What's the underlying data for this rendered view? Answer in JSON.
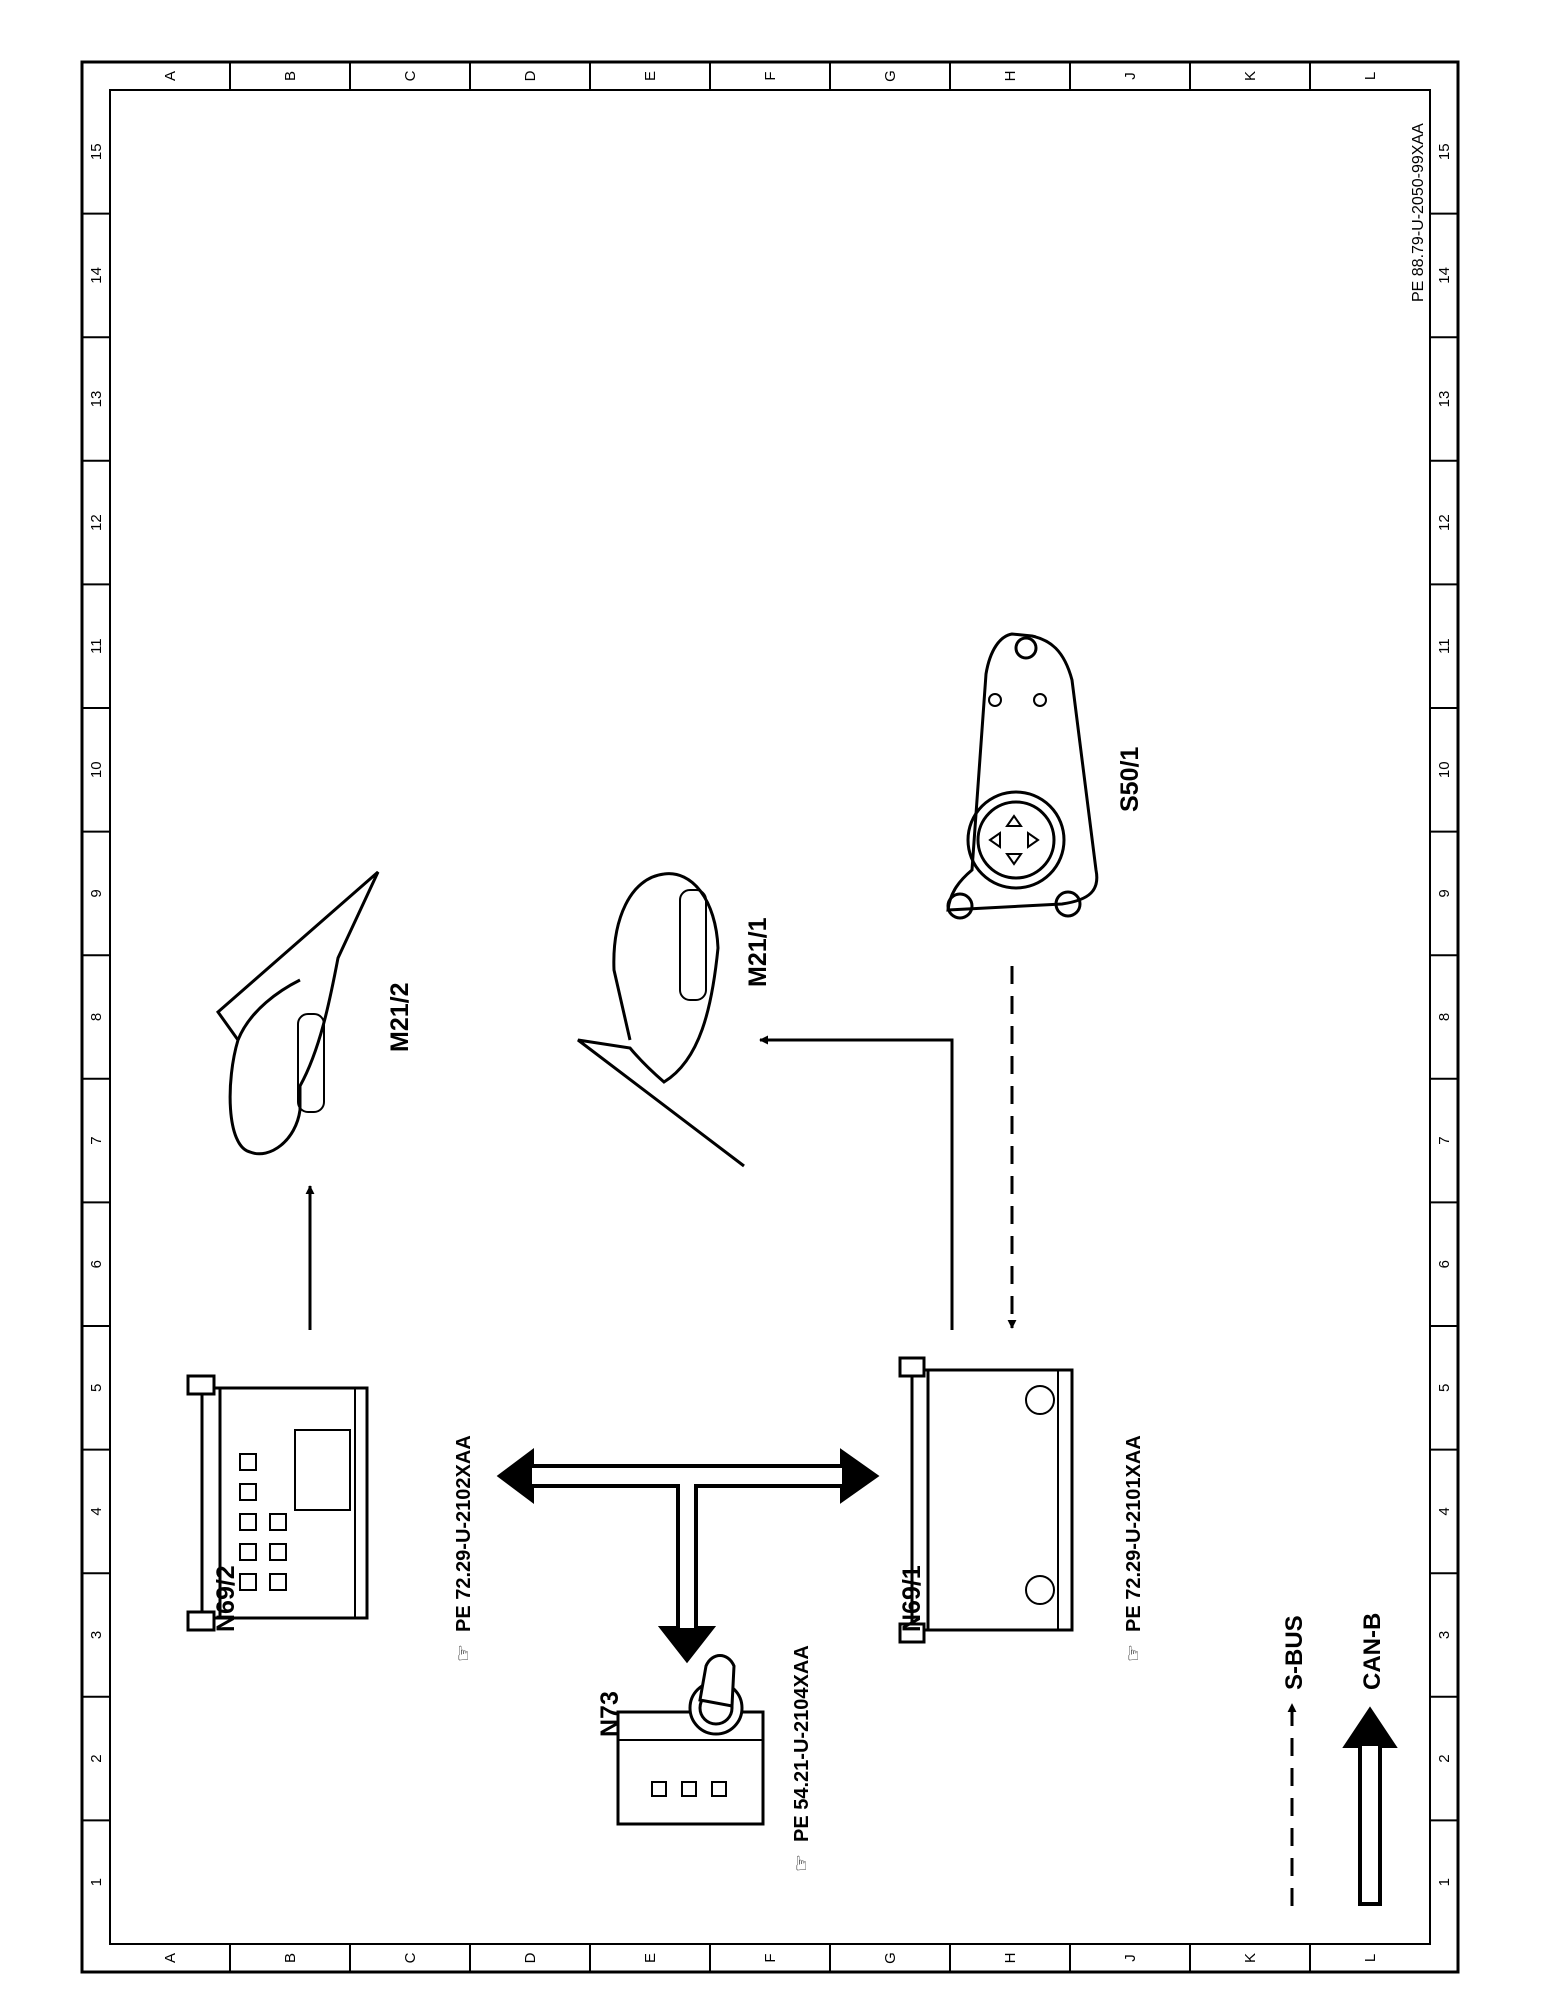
{
  "drawing_id": "PE 88.79-U-2050-99XAA",
  "grid": {
    "columns": [
      "A",
      "B",
      "C",
      "D",
      "E",
      "F",
      "G",
      "H",
      "J",
      "K",
      "L"
    ],
    "rows": [
      "1",
      "2",
      "3",
      "4",
      "5",
      "6",
      "7",
      "8",
      "9",
      "10",
      "11",
      "12",
      "13",
      "14",
      "15"
    ]
  },
  "components": {
    "n69_2": {
      "label": "N69/2",
      "ref": "PE  72.29-U-2102XAA"
    },
    "n69_1": {
      "label": "N69/1",
      "ref": "PE  72.29-U-2101XAA"
    },
    "n73": {
      "label": "N73",
      "ref": "PE  54.21-U-2104XAA"
    },
    "m21_2": {
      "label": "M21/2"
    },
    "m21_1": {
      "label": "M21/1"
    },
    "s50_1": {
      "label": "S50/1"
    }
  },
  "legend": {
    "s_bus": "S-BUS",
    "can_b": "CAN-B"
  }
}
